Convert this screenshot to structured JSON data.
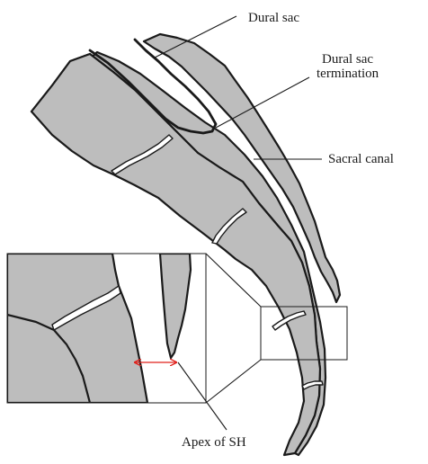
{
  "labels": {
    "dural_sac": "Dural sac",
    "dural_sac_termination_line1": "Dural sac",
    "dural_sac_termination_line2": "termination",
    "sacral_canal": "Sacral canal",
    "apex_of_sh": "Apex of SH"
  },
  "colors": {
    "bone": "#bdbdbd",
    "outline": "#1a1a1a",
    "measure_arrow": "#e0201b",
    "background": "#ffffff"
  }
}
